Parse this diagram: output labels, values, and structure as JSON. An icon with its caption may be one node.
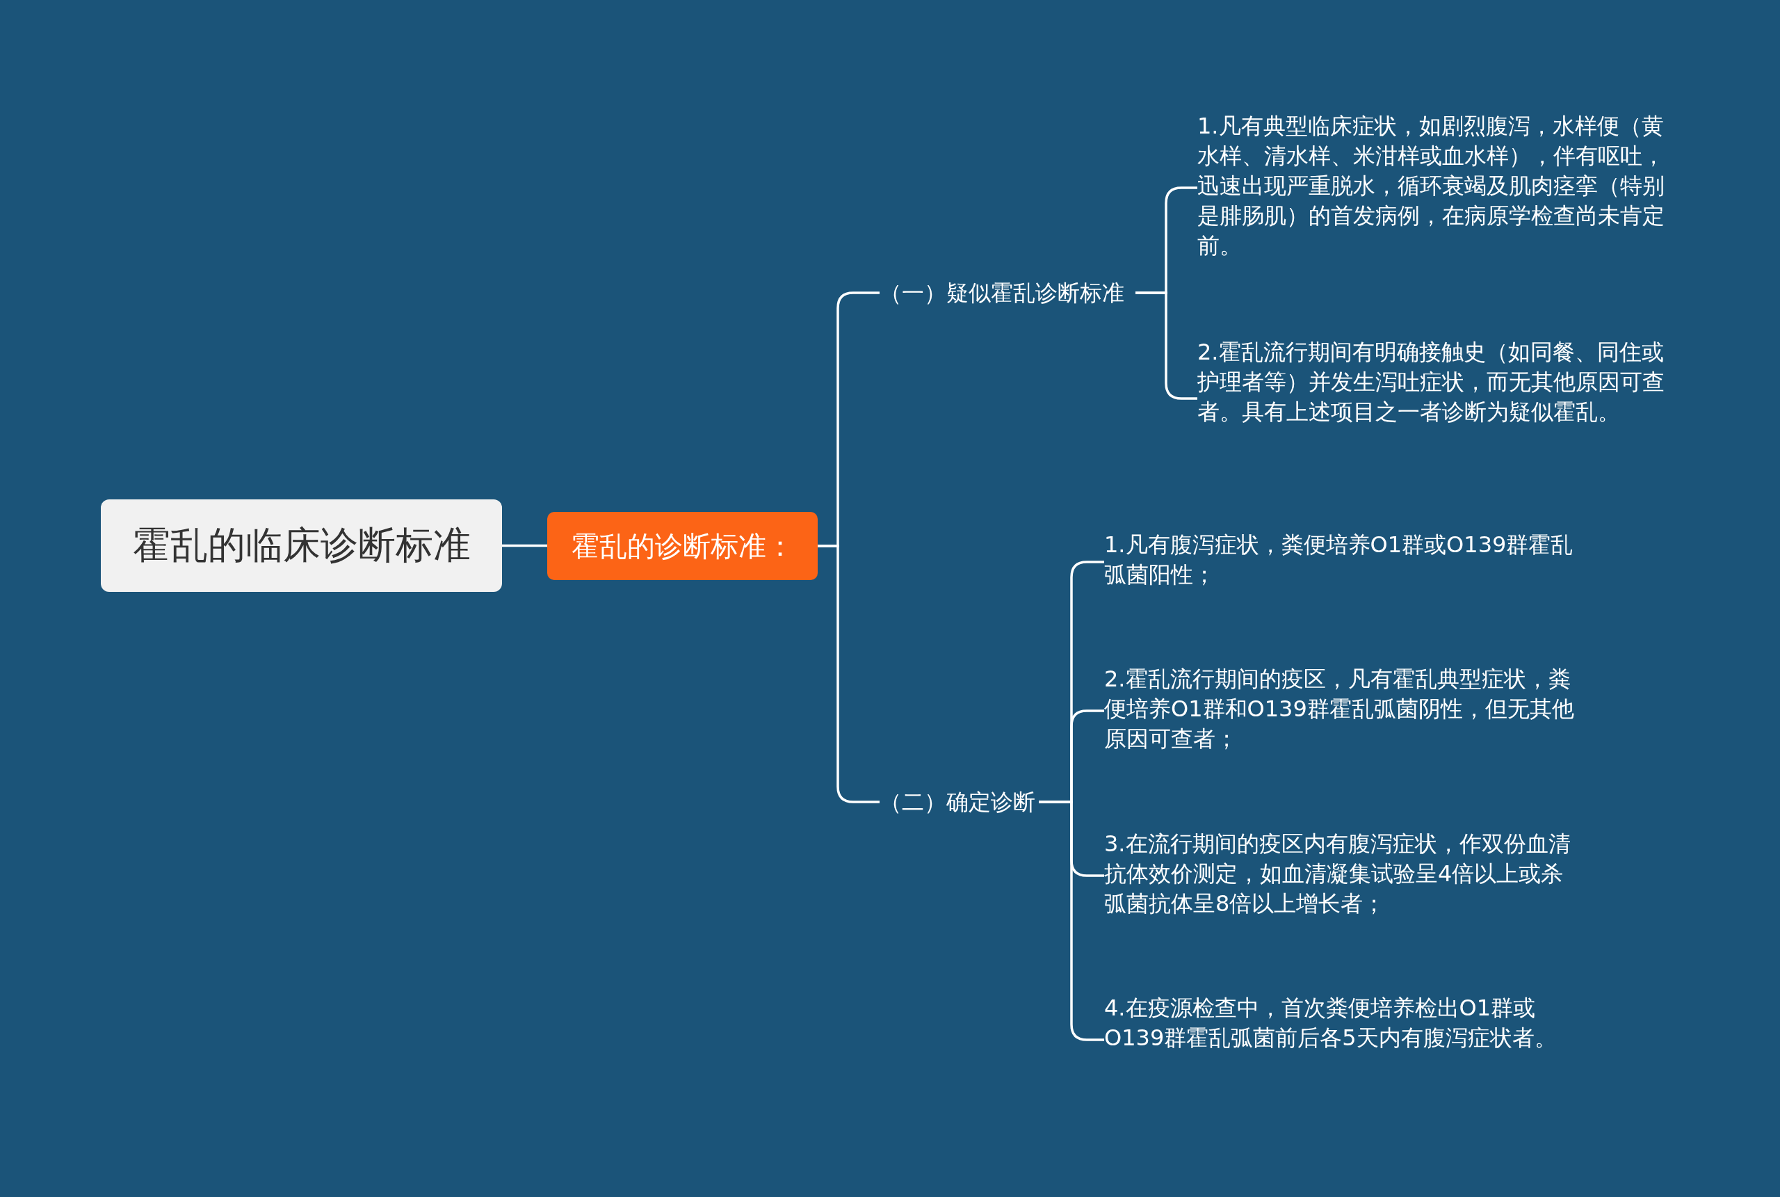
{
  "diagram": {
    "nodes": [
      {
        "text": [
          "霍乱的临床诊断标准"
        ]
      },
      {
        "text": [
          "霍乱的诊断标准："
        ]
      },
      {
        "text": [
          "（一）疑似霍乱诊断标准"
        ]
      },
      {
        "text": [
          "（二）确定诊断"
        ]
      },
      {
        "text": [
          "1.凡有典型临床症状，如剧烈腹泻，水样便（黄水样、清水样、米泔样或血水样），伴有呕吐，迅速出现严重脱水，循环衰竭及肌肉痉挛（特别是腓肠肌）的首发病例，在病原学检查尚未肯定前。"
        ]
      },
      {
        "text": [
          "2.霍乱流行期间有明确接触史（如同餐、同住或护理者等）并发生泻吐症状，而无其他原因可查者。具有上述项目之一者诊断为疑似霍乱。"
        ]
      },
      {
        "text": [
          "1.凡有腹泻症状，粪便培养O1群或O139群霍乱弧菌阳性；"
        ]
      },
      {
        "text": [
          "2.霍乱流行期间的疫区，凡有霍乱典型症状，粪便培养O1群和O139群霍乱弧菌阴性，但无其他原因可查者；"
        ]
      },
      {
        "text": [
          "3.在流行期间的疫区内有腹泻症状，作双份血清抗体效价测定，如血清凝集试验呈4倍以上或杀弧菌抗体呈8倍以上增长者；"
        ]
      },
      {
        "text": [
          "4.在疫源检查中，首次粪便培养检出O1群或O139群霍乱弧菌前后各5天内有腹泻症状者。"
        ]
      }
    ],
    "edges": [
      {
        "from": 0,
        "to": 1,
        "arrow": "none"
      },
      {
        "from": 1,
        "to": 2,
        "arrow": "none"
      },
      {
        "from": 1,
        "to": 3,
        "arrow": "none"
      },
      {
        "from": 2,
        "to": 4,
        "arrow": "none"
      },
      {
        "from": 2,
        "to": 5,
        "arrow": "none"
      },
      {
        "from": 3,
        "to": 6,
        "arrow": "none"
      },
      {
        "from": 3,
        "to": 7,
        "arrow": "none"
      },
      {
        "from": 3,
        "to": 8,
        "arrow": "none"
      },
      {
        "from": 3,
        "to": 9,
        "arrow": "none"
      }
    ]
  }
}
